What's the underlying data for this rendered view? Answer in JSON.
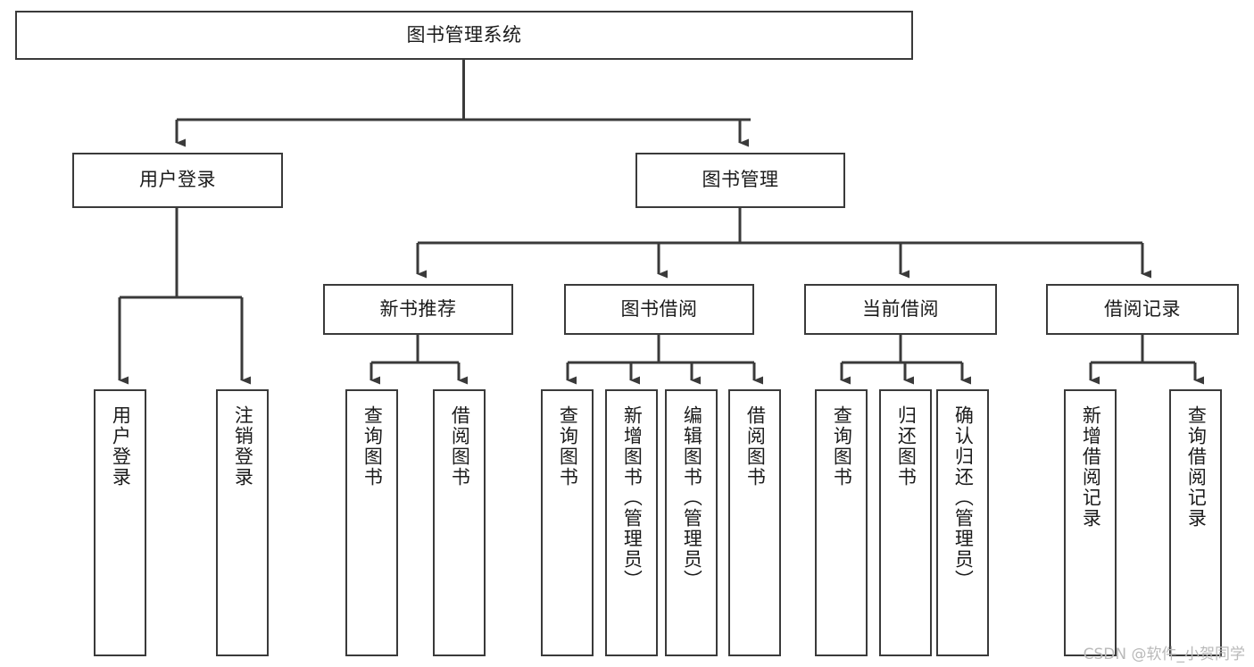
{
  "diagram": {
    "title": "图书管理系统",
    "type": "tree-hierarchy",
    "watermark": "CSDN @软件_小贺同学",
    "line_color": "#3a3a3a",
    "box_fill": "#ffffff",
    "text_color": "#1b1b1b",
    "root": {
      "label": "图书管理系统"
    },
    "level2": [
      {
        "label": "用户登录"
      },
      {
        "label": "图书管理"
      }
    ],
    "level3": [
      {
        "label": "新书推荐"
      },
      {
        "label": "图书借阅"
      },
      {
        "label": "当前借阅"
      },
      {
        "label": "借阅记录"
      }
    ],
    "leaves": {
      "user_login": [
        {
          "label": "用户登录"
        },
        {
          "label": "注销登录"
        }
      ],
      "new_book_recommend": [
        {
          "label": "查询图书"
        },
        {
          "label": "借阅图书"
        }
      ],
      "book_borrow": [
        {
          "label": "查询图书"
        },
        {
          "label": "新增图书（管理员）"
        },
        {
          "label": "编辑图书（管理员）"
        },
        {
          "label": "借阅图书"
        }
      ],
      "current_borrow": [
        {
          "label": "查询图书"
        },
        {
          "label": "归还图书"
        },
        {
          "label": "确认归还（管理员）"
        }
      ],
      "borrow_record": [
        {
          "label": "新增借阅记录"
        },
        {
          "label": "查询借阅记录"
        }
      ]
    }
  }
}
